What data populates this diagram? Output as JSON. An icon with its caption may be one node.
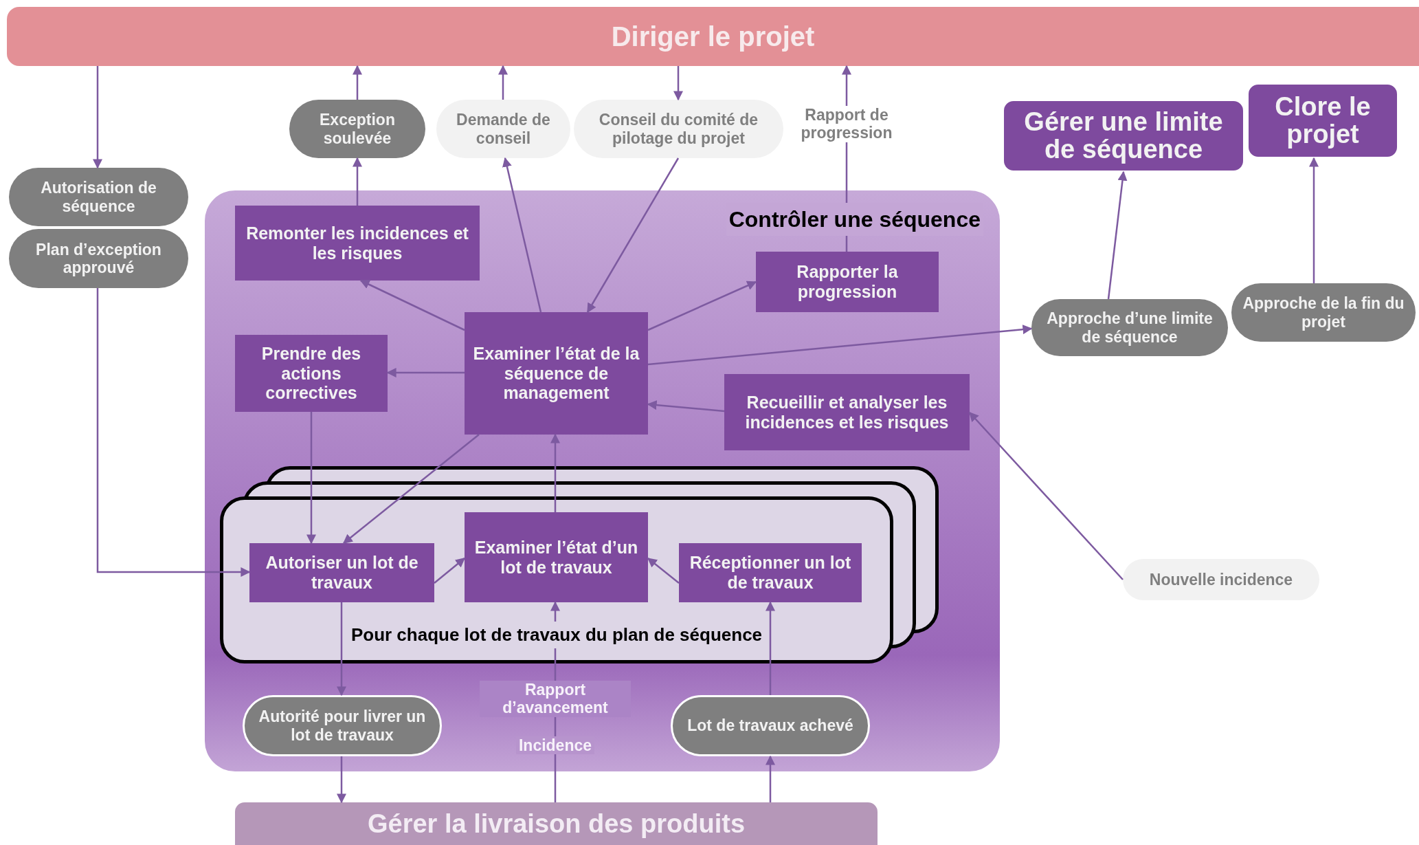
{
  "diagram": {
    "nodes": [
      {
        "text": [
          "Diriger le projet"
        ]
      },
      {
        "text": [
          "Exception soulevée"
        ]
      },
      {
        "text": [
          "Demande de conseil"
        ]
      },
      {
        "text": [
          "Conseil du comité de pilotage du projet"
        ]
      },
      {
        "text": [
          "Autorisation de séquence"
        ]
      },
      {
        "text": [
          "Plan d’exception approuvé"
        ]
      },
      {
        "text": [
          "Gérer une limite de séquence"
        ]
      },
      {
        "text": [
          "Clore le projet"
        ]
      },
      {
        "text": [
          "Contrôler une séquence"
        ]
      },
      {
        "text": [
          "Remonter les incidences et les risques"
        ],
        "in": 8
      },
      {
        "text": [
          "Rapporter la progression"
        ],
        "in": 8
      },
      {
        "text": [
          "Prendre des actions correctives"
        ],
        "in": 8
      },
      {
        "text": [
          "Examiner l’état de la séquence de management"
        ],
        "in": 8
      },
      {
        "text": [
          "Recueillir et analyser les incidences et les risques"
        ],
        "in": 8
      },
      {
        "text": [
          "Pour chaque lot de travaux du plan de séquence"
        ],
        "in": 8
      },
      {
        "text": [
          "Autoriser un lot de travaux"
        ],
        "in": 14
      },
      {
        "text": [
          "Examiner l’état d’un lot de travaux"
        ],
        "in": 14
      },
      {
        "text": [
          "Réceptionner un lot de travaux"
        ],
        "in": 14
      },
      {
        "text": [
          "Autorité pour livrer un lot de travaux"
        ],
        "in": 8
      },
      {
        "text": [
          "Lot de travaux achevé"
        ],
        "in": 8
      },
      {
        "text": [
          "Approche d’une limite de séquence"
        ]
      },
      {
        "text": [
          "Approche de la fin du projet"
        ]
      },
      {
        "text": [
          "Nouvelle incidence"
        ]
      },
      {
        "text": [
          "Gérer la livraison des produits"
        ]
      }
    ],
    "edges": [
      {
        "from": 0,
        "to": 4,
        "arrow": "to"
      },
      {
        "from": 1,
        "to": 0,
        "arrow": "to"
      },
      {
        "from": 2,
        "to": 0,
        "arrow": "to"
      },
      {
        "from": 0,
        "to": 3,
        "arrow": "to"
      },
      {
        "from": 10,
        "to": 0,
        "arrow": "to",
        "label": "Rapport de progression"
      },
      {
        "from": 9,
        "to": 1,
        "arrow": "to"
      },
      {
        "from": 12,
        "to": 2,
        "arrow": "to"
      },
      {
        "from": 3,
        "to": 12,
        "arrow": "to"
      },
      {
        "from": 12,
        "to": 9,
        "arrow": "to"
      },
      {
        "from": 12,
        "to": 10,
        "arrow": "to"
      },
      {
        "from": 12,
        "to": 11,
        "arrow": "to"
      },
      {
        "from": 12,
        "to": 20,
        "arrow": "to"
      },
      {
        "from": 13,
        "to": 12,
        "arrow": "to"
      },
      {
        "from": 22,
        "to": 13,
        "arrow": "to"
      },
      {
        "from": 20,
        "to": 6,
        "arrow": "to"
      },
      {
        "from": 21,
        "to": 7,
        "arrow": "to"
      },
      {
        "from": 5,
        "to": 15,
        "arrow": "to"
      },
      {
        "from": 11,
        "to": 15,
        "arrow": "to"
      },
      {
        "from": 12,
        "to": 15,
        "arrow": "to"
      },
      {
        "from": 15,
        "to": 16,
        "arrow": "to"
      },
      {
        "from": 17,
        "to": 16,
        "arrow": "to"
      },
      {
        "from": 16,
        "to": 12,
        "arrow": "to"
      },
      {
        "from": 15,
        "to": 18,
        "arrow": "to"
      },
      {
        "from": 23,
        "to": 16,
        "arrow": "to",
        "label": "Rapport d’avancement"
      },
      {
        "from": 19,
        "to": 17,
        "arrow": "to"
      },
      {
        "from": 18,
        "to": 23,
        "arrow": "to"
      },
      {
        "from": 23,
        "to": 19,
        "arrow": "to"
      }
    ],
    "labels": [
      "Incidence"
    ]
  }
}
